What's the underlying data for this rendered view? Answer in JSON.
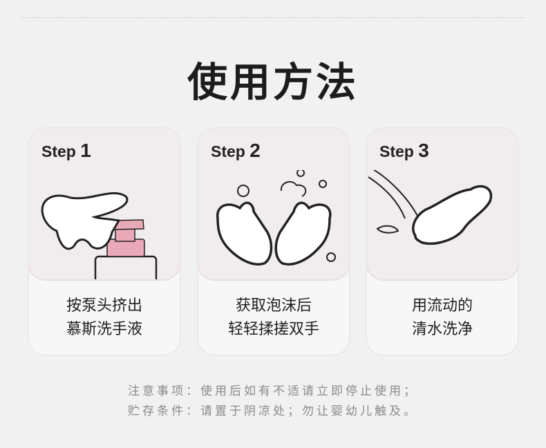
{
  "title": "使用方法",
  "steps": [
    {
      "label": "Step",
      "num": "1",
      "line1": "按泵头挤出",
      "line2": "慕斯洗手液"
    },
    {
      "label": "Step",
      "num": "2",
      "line1": "获取泡沫后",
      "line2": "轻轻揉搓双手"
    },
    {
      "label": "Step",
      "num": "3",
      "line1": "用流动的",
      "line2": "清水洗净"
    }
  ],
  "notes": {
    "line1": "注意事项：使用后如有不适请立即停止使用；",
    "line2": "贮存条件：请置于阴凉处；勿让婴幼儿触及。"
  },
  "colors": {
    "pump": "#e9a9b9",
    "card_top": "#f1ecee"
  }
}
